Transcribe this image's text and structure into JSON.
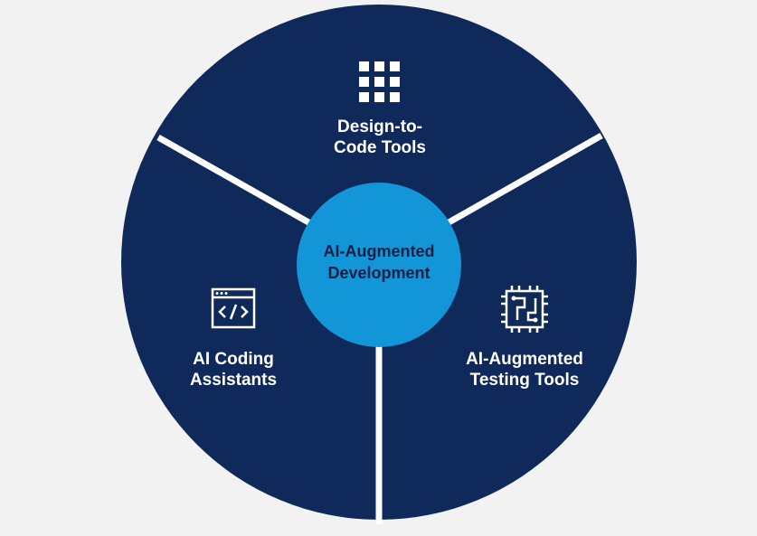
{
  "colors": {
    "background": "#f2f2f2",
    "segment": "#0f2a5a",
    "divider": "#ffffff",
    "center": "#1396d8",
    "center_text": "#0b1f45",
    "segment_text": "#ffffff"
  },
  "center": {
    "line1": "AI-Augmented",
    "line2": "Development"
  },
  "segments": [
    {
      "icon": "grid-icon",
      "line1": "Design-to-",
      "line2": "Code Tools"
    },
    {
      "icon": "code-window-icon",
      "line1": "AI Coding",
      "line2": "Assistants"
    },
    {
      "icon": "chip-icon",
      "line1": "AI-Augmented",
      "line2": "Testing Tools"
    }
  ]
}
